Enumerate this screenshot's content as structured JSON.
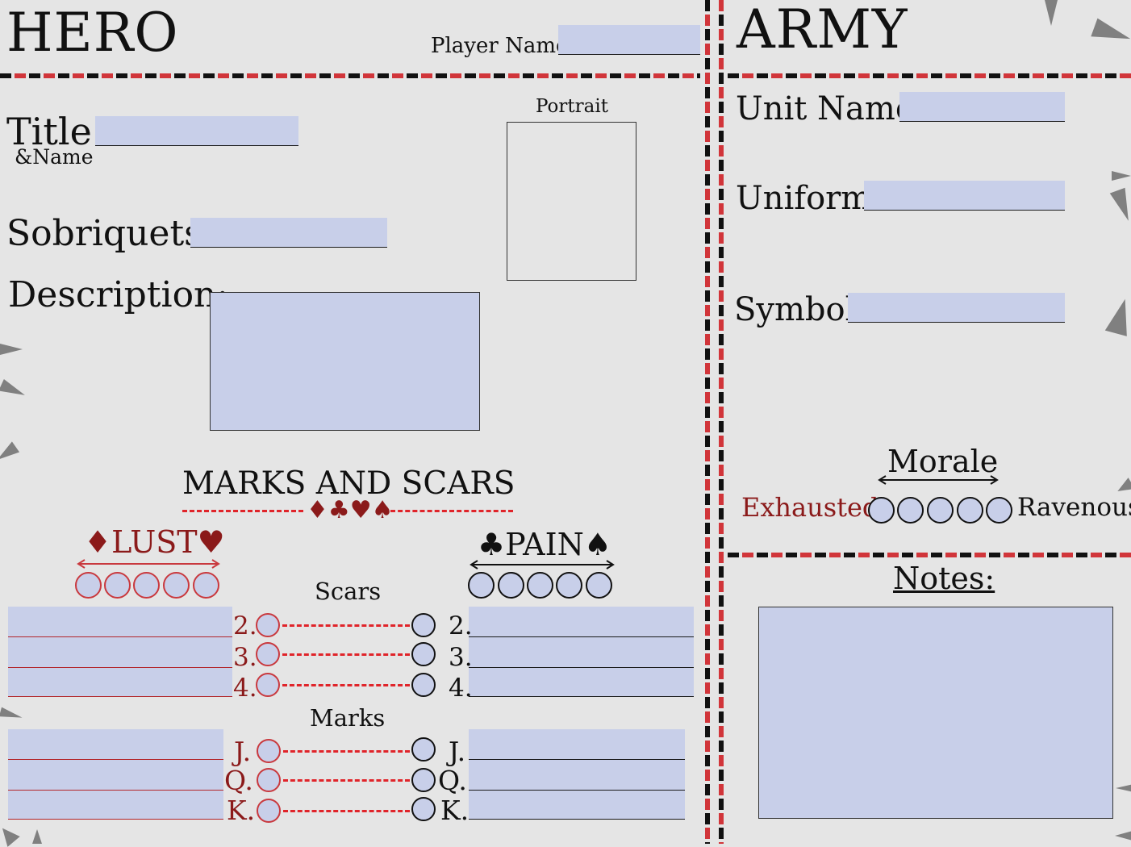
{
  "hero": {
    "heading": "HERO",
    "player_name_label": "Player Name:",
    "portrait_label": "Portrait",
    "title_label": "Title:",
    "title_sub_label": "&Name",
    "sobriquets_label": "Sobriquets:",
    "description_label": "Description:"
  },
  "marks_and_scars": {
    "heading": "MARKS AND SCARS",
    "suit_symbols": "♦♣♥♠",
    "lust_label": "♦LUST♥",
    "pain_label": "♣PAIN♠",
    "scars_label": "Scars",
    "marks_label": "Marks",
    "scar_rows": [
      "2.",
      "3.",
      "4."
    ],
    "mark_rows": [
      "J.",
      "Q.",
      "K."
    ]
  },
  "army": {
    "heading": "ARMY",
    "unit_name_label": "Unit Name:",
    "uniform_label": "Uniform:",
    "symbol_label": "Symbol:",
    "morale_label": "Morale",
    "morale_low": "Exhausted",
    "morale_high": "Ravenous",
    "notes_label": "Notes:"
  },
  "colors": {
    "field": "#c8cfe9",
    "accent_red": "#8b1a1a",
    "dash_red": "#d1353a",
    "background": "#e5e5e5"
  }
}
